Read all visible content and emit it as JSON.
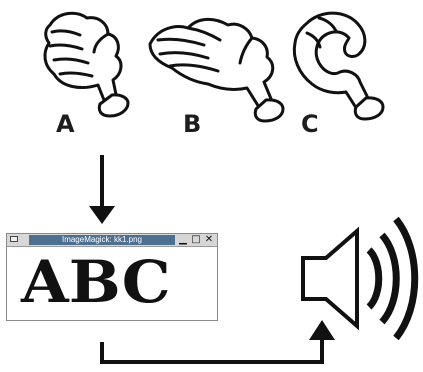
{
  "hands": [
    {
      "label": "A",
      "icon": "fist-hand-icon"
    },
    {
      "label": "B",
      "icon": "flat-hand-icon"
    },
    {
      "label": "C",
      "icon": "c-shape-hand-icon"
    }
  ],
  "window": {
    "title": "ImageMagick: kk1.png",
    "minimize_glyph": "▁",
    "maximize_glyph": "□",
    "close_glyph": "✕",
    "content_text": "ABC"
  },
  "speaker": {
    "icon": "speaker-sound-icon"
  }
}
